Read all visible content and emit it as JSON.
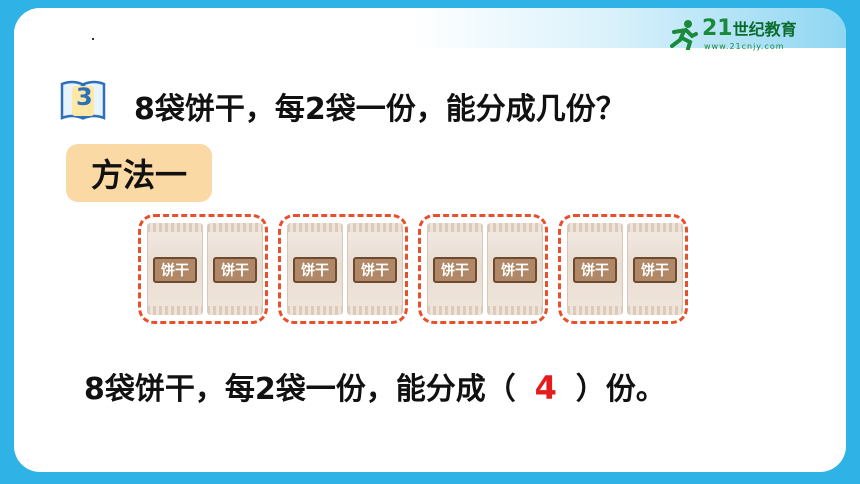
{
  "header": {
    "logo": {
      "brand": "21",
      "brand_cn": "世纪教育",
      "sub": "www.21cnjy.com"
    }
  },
  "question": {
    "number": "3",
    "text": "8袋饼干，每2袋一份，能分成几份？"
  },
  "method": {
    "label": "方法一"
  },
  "biscuits": {
    "bag_label": "饼干",
    "groups": 4,
    "bags_per_group": 2,
    "colors": {
      "group_border": "#e8502c",
      "bag_label_bg": "#b08868"
    }
  },
  "answer": {
    "prefix": "8袋饼干，每2袋一份，能分成（",
    "value": "4",
    "suffix": "）份。"
  },
  "colors": {
    "frame": "#2fb3e6",
    "method_tag": "#fbd9a4",
    "answer_value": "#e51c1c"
  }
}
